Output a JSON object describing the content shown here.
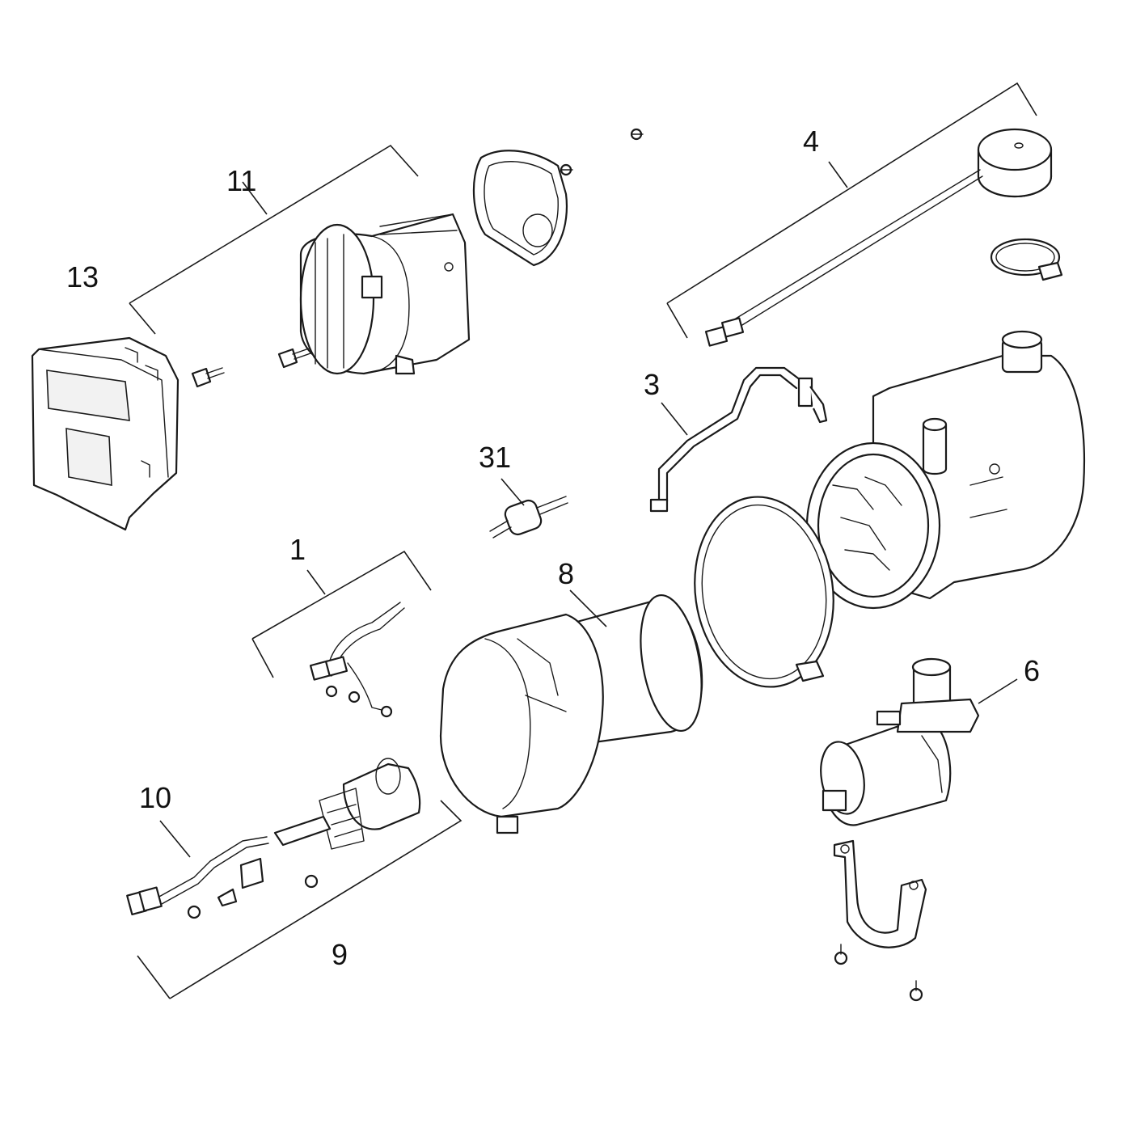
{
  "callouts": [
    {
      "id": "1",
      "text": "1"
    },
    {
      "id": "3",
      "text": "3"
    },
    {
      "id": "4",
      "text": "4"
    },
    {
      "id": "6",
      "text": "6"
    },
    {
      "id": "8",
      "text": "8"
    },
    {
      "id": "9",
      "text": "9"
    },
    {
      "id": "10",
      "text": "10"
    },
    {
      "id": "11",
      "text": "11"
    },
    {
      "id": "13",
      "text": "13"
    },
    {
      "id": "31",
      "text": "31"
    }
  ]
}
